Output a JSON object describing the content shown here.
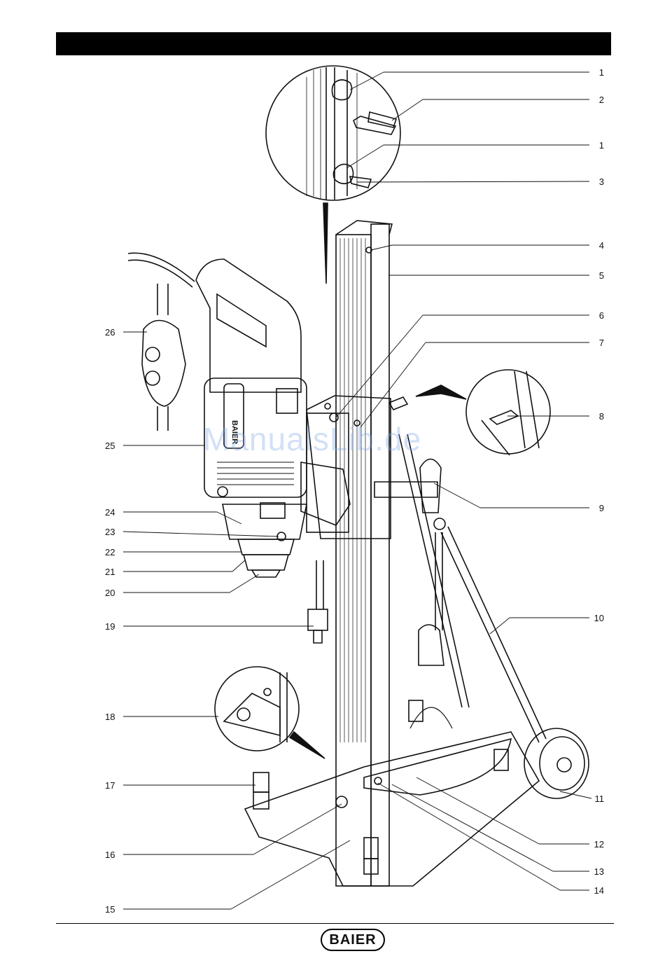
{
  "watermark": "ManualsLib.de",
  "brand": {
    "logo_text": "BAIER",
    "housing_label": "BAIER"
  },
  "callouts": {
    "right": [
      "1",
      "2",
      "1",
      "3",
      "4",
      "5",
      "6",
      "7",
      "8",
      "9",
      "10",
      "11",
      "12",
      "13",
      "14"
    ],
    "left": [
      "26",
      "25",
      "24",
      "23",
      "22",
      "21",
      "20",
      "19",
      "18",
      "17",
      "16",
      "15"
    ]
  }
}
